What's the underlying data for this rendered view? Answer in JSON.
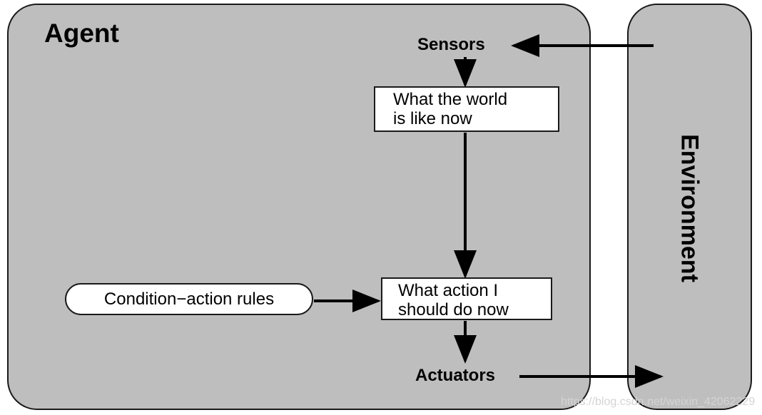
{
  "agent": {
    "title": "Agent"
  },
  "environment": {
    "title": "Environment"
  },
  "nodes": {
    "sensors": "Sensors",
    "world_state": {
      "line1": "What the world",
      "line2": "is like now"
    },
    "rules": "Condition−action rules",
    "action": {
      "line1": "What action I",
      "line2": "should do now"
    },
    "actuators": "Actuators"
  },
  "watermark": "https://blog.csdn.net/weixin_42062229",
  "colors": {
    "panel_fill": "#bebebe",
    "box_fill": "#ffffff",
    "stroke": "#000000"
  }
}
